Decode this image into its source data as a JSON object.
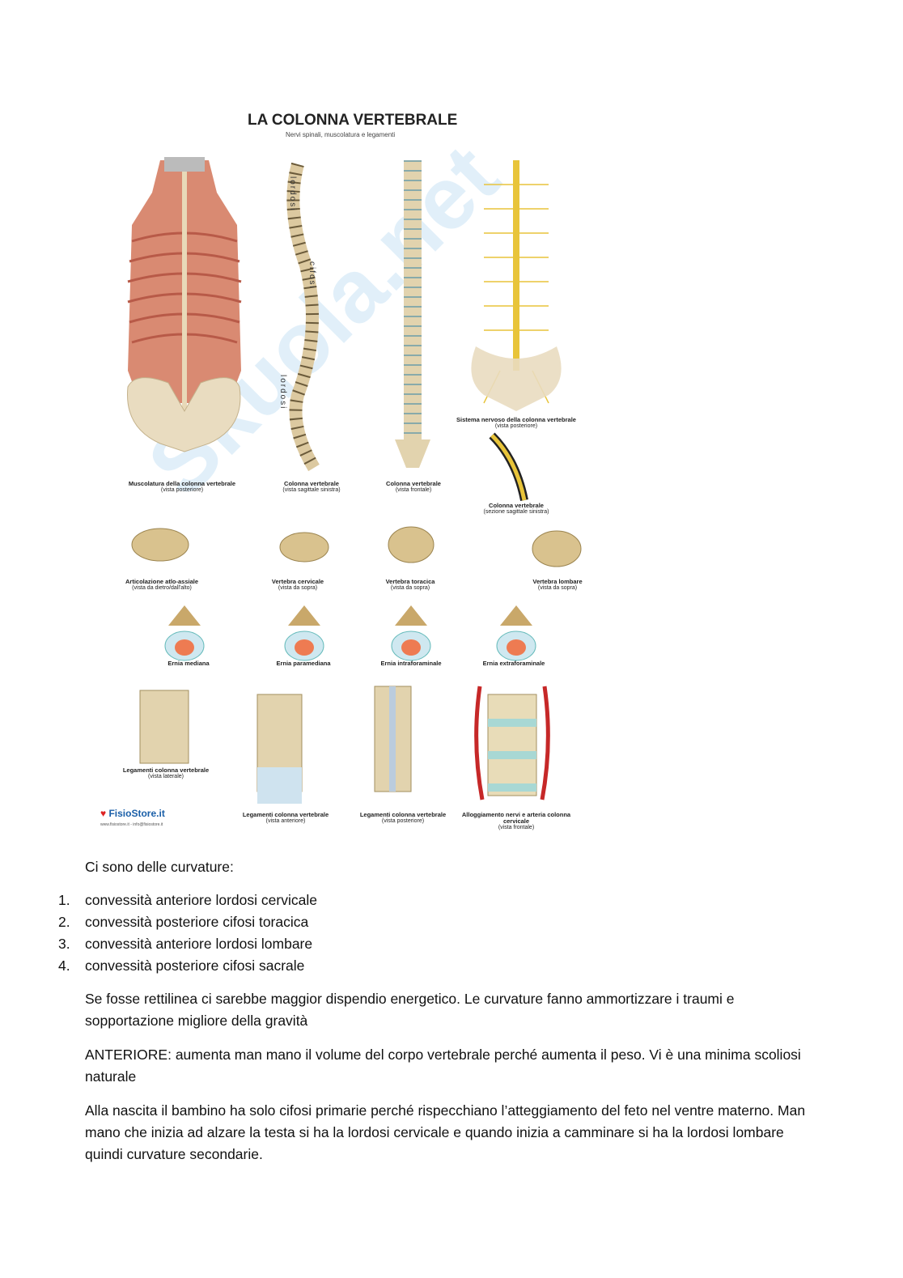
{
  "figure": {
    "title": "LA COLONNA VERTEBRALE",
    "subtitle": "Nervi spinali, muscolatura e legamenti",
    "watermark": "Skuola.net",
    "logo": "FisioStore.it",
    "logo_sub": "www.fisiostore.it - info@fisiostore.it",
    "side_labels": [
      "lordosi",
      "cifosi",
      "lordosi"
    ],
    "captions": [
      {
        "title": "Muscolatura della colonna vertebrale",
        "sub": "(vista posteriore)"
      },
      {
        "title": "Colonna vertebrale",
        "sub": "(vista sagittale sinistra)"
      },
      {
        "title": "Colonna vertebrale",
        "sub": "(vista frontale)"
      },
      {
        "title": "Sistema nervoso della colonna vertebrale",
        "sub": "(vista posteriore)"
      },
      {
        "title": "Colonna vertebrale",
        "sub": "(sezione sagittale sinistra)"
      },
      {
        "title": "Articolazione atlo-assiale",
        "sub": "(vista da dietro/dall'alto)"
      },
      {
        "title": "Vertebra cervicale",
        "sub": "(vista da sopra)"
      },
      {
        "title": "Vertebra toracica",
        "sub": "(vista da sopra)"
      },
      {
        "title": "Vertebra lombare",
        "sub": "(vista da sopra)"
      },
      {
        "title": "Ernia mediana",
        "sub": ""
      },
      {
        "title": "Ernia paramediana",
        "sub": ""
      },
      {
        "title": "Ernia intraforaminale",
        "sub": ""
      },
      {
        "title": "Ernia extraforaminale",
        "sub": ""
      },
      {
        "title": "Legamenti colonna vertebrale",
        "sub": "(vista laterale)"
      },
      {
        "title": "Legamenti colonna vertebrale",
        "sub": "(vista anteriore)"
      },
      {
        "title": "Legamenti colonna vertebrale",
        "sub": "(vista posteriore)"
      },
      {
        "title": "Alloggiamento nervi e arteria colonna cervicale",
        "sub": "(vista frontale)"
      }
    ]
  },
  "body": {
    "intro": "Ci sono delle curvature:",
    "list": [
      {
        "num": "1.",
        "text": "convessità anteriore lordosi cervicale"
      },
      {
        "num": "2.",
        "text": "convessità posteriore cifosi toracica"
      },
      {
        "num": "3.",
        "text": "convessità anteriore lordosi lombare"
      },
      {
        "num": "4.",
        "text": "convessità posteriore cifosi sacrale"
      }
    ],
    "paragraphs": [
      "Se fosse rettilinea ci sarebbe maggior dispendio energetico. Le curvature fanno ammortizzare i traumi e sopportazione migliore della gravità",
      "ANTERIORE: aumenta man mano il volume del corpo vertebrale perché aumenta il peso. Vi è una minima scoliosi naturale",
      "Alla nascita il bambino ha solo cifosi primarie perché rispecchiano l’atteggiamento del feto nel ventre materno. Man mano che inizia ad alzare la testa si ha la lordosi cervicale e quando inizia a camminare si ha la lordosi lombare quindi curvature secondarie."
    ]
  }
}
